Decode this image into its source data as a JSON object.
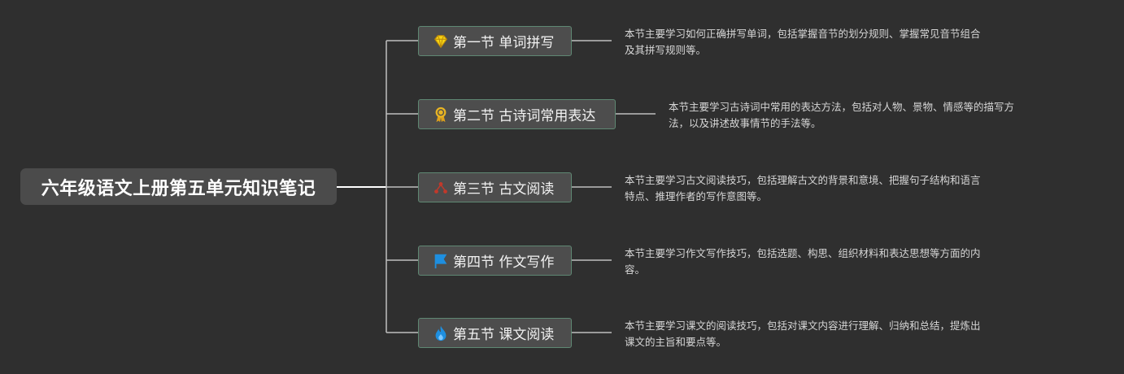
{
  "root": {
    "title": "六年级语文上册第五单元知识笔记"
  },
  "sections": [
    {
      "icon": "diamond-icon",
      "title": "第一节 单词拼写",
      "description": "本节主要学习如何正确拼写单词，包括掌握音节的划分规则、掌握常见音节组合\n及其拼写规则等。"
    },
    {
      "icon": "award-ribbon-icon",
      "title": "第二节 古诗词常用表达",
      "description": "本节主要学习古诗词中常用的表达方法，包括对人物、景物、情感等的描写方\n法，以及讲述故事情节的手法等。"
    },
    {
      "icon": "network-nodes-icon",
      "title": "第三节 古文阅读",
      "description": "本节主要学习古文阅读技巧，包括理解古文的背景和意境、把握句子结构和语言\n特点、推理作者的写作意图等。"
    },
    {
      "icon": "flag-icon",
      "title": "第四节 作文写作",
      "description": "本节主要学习作文写作技巧，包括选题、构思、组织材料和表达思想等方面的内\n容。"
    },
    {
      "icon": "flame-icon",
      "title": "第五节 课文阅读",
      "description": "本节主要学习课文的阅读技巧，包括对课文内容进行理解、归纳和总结，提炼出\n课文的主旨和要点等。"
    }
  ],
  "colors": {
    "background": "#2f2f2f",
    "root_fill": "#4b4b4b",
    "topic_fill": "#4d4d4d",
    "topic_border": "#5f8873",
    "connector": "#bfbfbf"
  }
}
